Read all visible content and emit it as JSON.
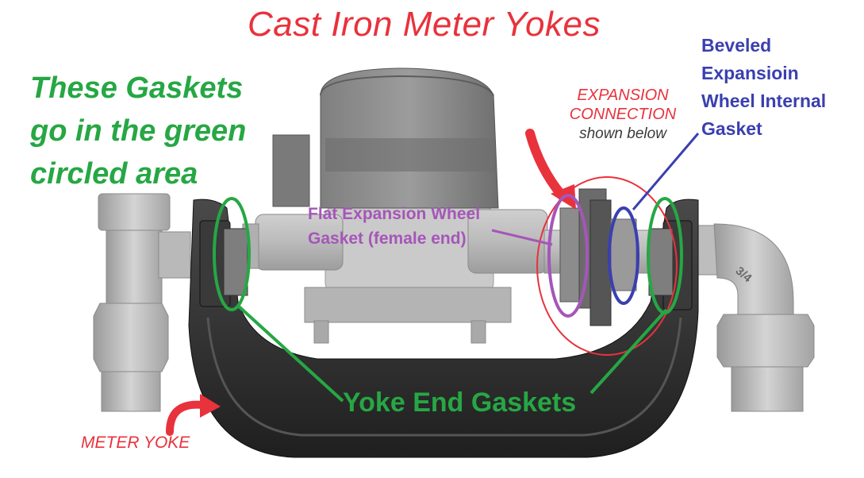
{
  "title": "Cast Iron Meter Yokes",
  "gasket_note": [
    "These Gaskets",
    "go in the green",
    "circled area"
  ],
  "expansion_connection": [
    "EXPANSION",
    "CONNECTION"
  ],
  "expansion_subtitle": "shown below",
  "beveled_label": [
    "Beveled",
    "Expansioin",
    "Wheel Internal",
    "Gasket"
  ],
  "flat_label": [
    "Flat Expansion Wheel",
    "Gasket (female end)"
  ],
  "yoke_end_label": "Yoke End Gaskets",
  "meter_yoke_label": "METER YOKE",
  "fitting_marking": "3/4",
  "colors": {
    "title": "#e8323c",
    "green_annotation": "#26a744",
    "blue_annotation": "#3a3fb0",
    "purple_annotation": "#a556b8",
    "red_annotation": "#e8323c",
    "yoke_iron": "#2b2b2b",
    "meter_gray": "#9e9e9e"
  }
}
